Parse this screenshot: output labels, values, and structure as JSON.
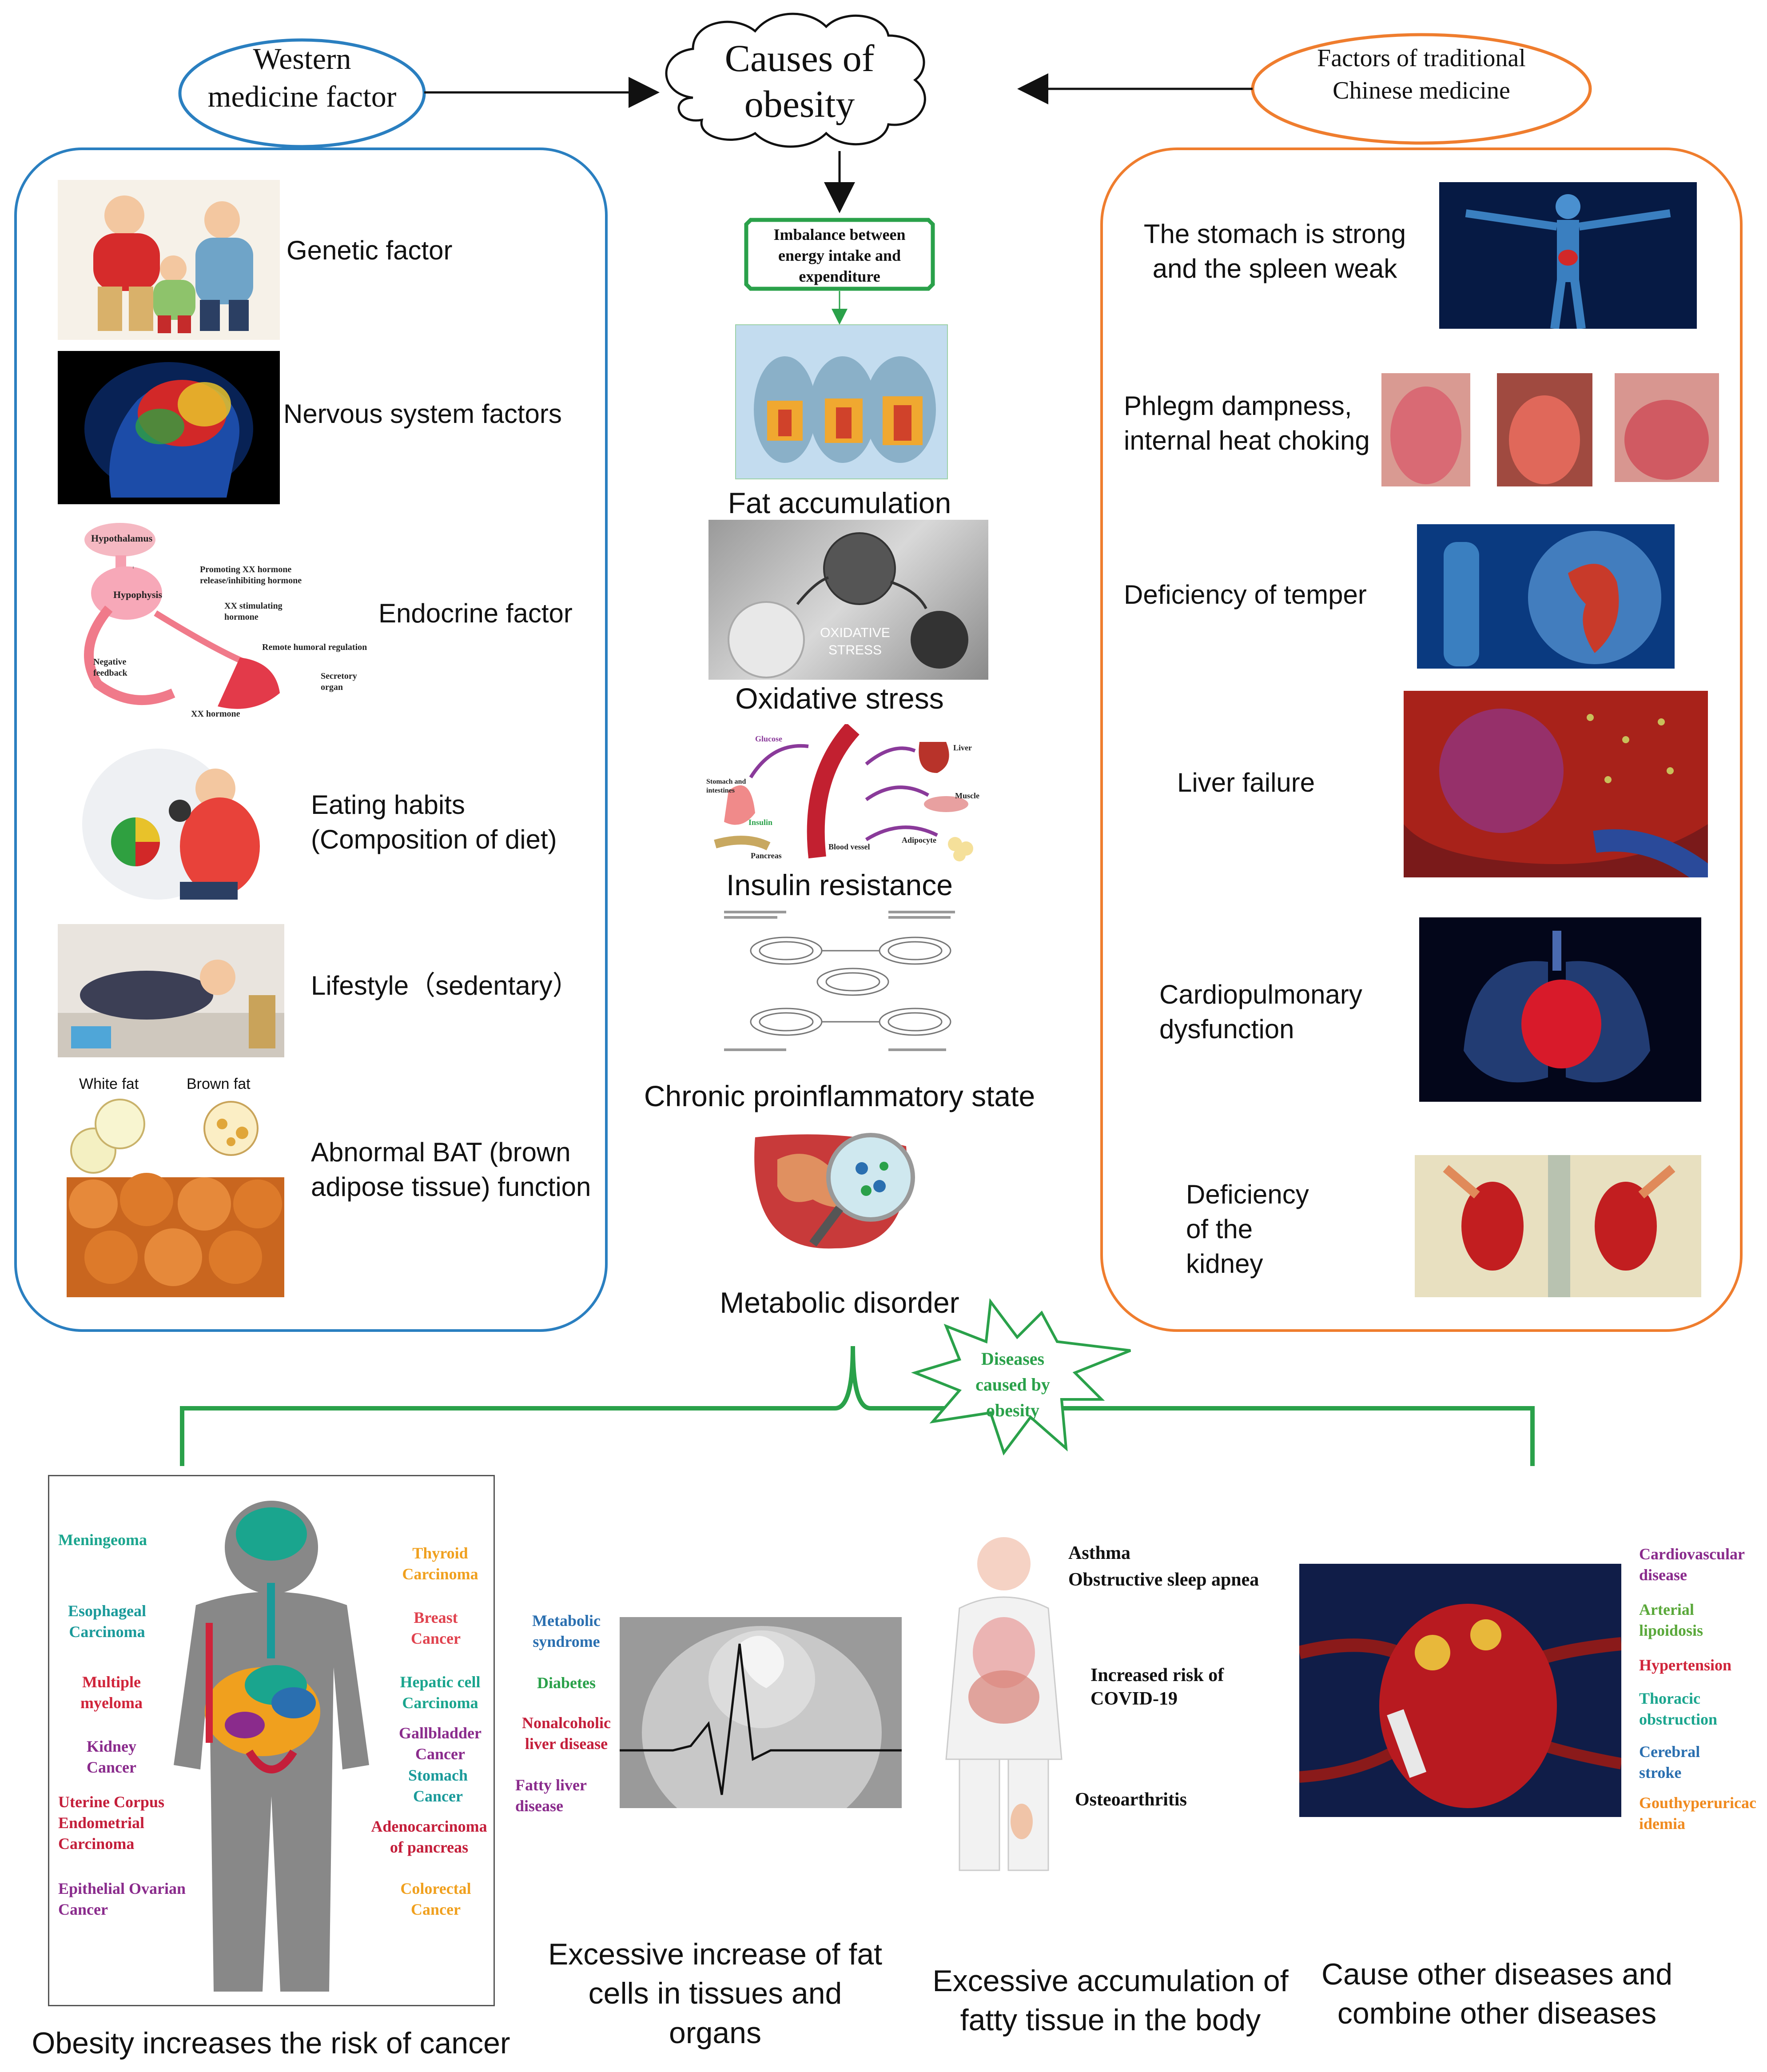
{
  "title": "Causes of obesity",
  "western": {
    "header": "Western medicine factor",
    "items": [
      "Genetic factor",
      "Nervous system factors",
      "Endocrine factor",
      "Eating habits (Composition of diet)",
      "Lifestyle（sedentary）",
      "Abnormal BAT (brown adipose tissue) function"
    ],
    "endocrine_diagram": {
      "hypothalamus": "Hypothalamus",
      "promoting": "Promoting XX hormone release/inhibiting hormone",
      "hypophysis": "Hypophysis",
      "stimulating": "XX stimulating hormone",
      "remote": "Remote humoral regulation",
      "negative": "Negative feedback",
      "secretory": "Secretory organ",
      "hormone": "XX hormone"
    },
    "fat_labels": {
      "white": "White fat",
      "brown": "Brown fat"
    }
  },
  "center": {
    "imbalance": "Imbalance between energy intake and expenditure",
    "items": [
      "Fat accumulation",
      "Oxidative stress",
      "Insulin resistance",
      "Chronic proinflammatory state",
      "Metabolic disorder"
    ],
    "oxidative_overlay": "OXIDATIVE STRESS",
    "insulin_labels": {
      "glucose": "Glucose",
      "liver": "Liver",
      "stomach": "Stomach and intestines",
      "muscle": "Muscle",
      "insulin": "Insulin",
      "blood_vessel": "Blood vessel",
      "adipocyte": "Adipocyte",
      "pancreas": "Pancreas"
    }
  },
  "tcm": {
    "header": "Factors of traditional Chinese medicine",
    "items": [
      "The stomach is strong and the spleen weak",
      "Phlegm dampness, internal heat choking",
      "Deficiency of temper",
      "Liver failure",
      "Cardiopulmonary dysfunction",
      "Deficiency of the kidney"
    ]
  },
  "diseases_badge": "Diseases caused by obesity",
  "cancer": {
    "caption": "Obesity increases the risk of cancer",
    "labels": [
      {
        "text": "Meningeoma",
        "color": "#1aa58e"
      },
      {
        "text": "Esophageal Carcinoma",
        "color": "#1a9a9a"
      },
      {
        "text": "Multiple myeloma",
        "color": "#d0243a"
      },
      {
        "text": "Kidney Cancer",
        "color": "#8a2b8c"
      },
      {
        "text": "Uterine Corpus Endometrial Carcinoma",
        "color": "#c41e3a"
      },
      {
        "text": "Epithelial Ovarian Cancer",
        "color": "#8a2b8c"
      },
      {
        "text": "Thyroid Carcinoma",
        "color": "#f0a01e"
      },
      {
        "text": "Breast Cancer",
        "color": "#e0424e"
      },
      {
        "text": "Hepatic cell Carcinoma",
        "color": "#1aa58e"
      },
      {
        "text": "Gallbladder Cancer",
        "color": "#8a2b8c"
      },
      {
        "text": "Stomach Cancer",
        "color": "#1a9a9a"
      },
      {
        "text": "Adenocarcinoma of pancreas",
        "color": "#c41e3a"
      },
      {
        "text": "Colorectal Cancer",
        "color": "#f0a01e"
      }
    ]
  },
  "fatcells": {
    "caption": "Excessive increase of fat cells in tissues and organs",
    "labels": [
      {
        "text": "Metabolic syndrome",
        "color": "#2a6fb0"
      },
      {
        "text": "Diabetes",
        "color": "#2aa14a"
      },
      {
        "text": "Nonalcoholic liver disease",
        "color": "#c41e3a"
      },
      {
        "text": "Fatty liver disease",
        "color": "#8a2b8c"
      }
    ]
  },
  "fattissue": {
    "caption": "Excessive accumulation of fatty tissue in the body",
    "labels": [
      "Asthma",
      "Obstructive sleep apnea",
      "Increased risk of COVID-19",
      "Osteoarthritis"
    ]
  },
  "other": {
    "caption": "Cause other diseases and combine other diseases",
    "labels": [
      {
        "text": "Cardiovascular disease",
        "color": "#8a2b8c"
      },
      {
        "text": "Arterial lipoidosis",
        "color": "#5aa83a"
      },
      {
        "text": "Hypertension",
        "color": "#d0243a"
      },
      {
        "text": "Thoracic obstruction",
        "color": "#1aa58e"
      },
      {
        "text": "Cerebral stroke",
        "color": "#2a6fb0"
      },
      {
        "text": "Gouthyperuricacidemia",
        "color": "#f08a1e"
      }
    ]
  },
  "colors": {
    "western": "#2a7fc0",
    "tcm": "#ef7d2e",
    "green": "#2aa14a"
  }
}
